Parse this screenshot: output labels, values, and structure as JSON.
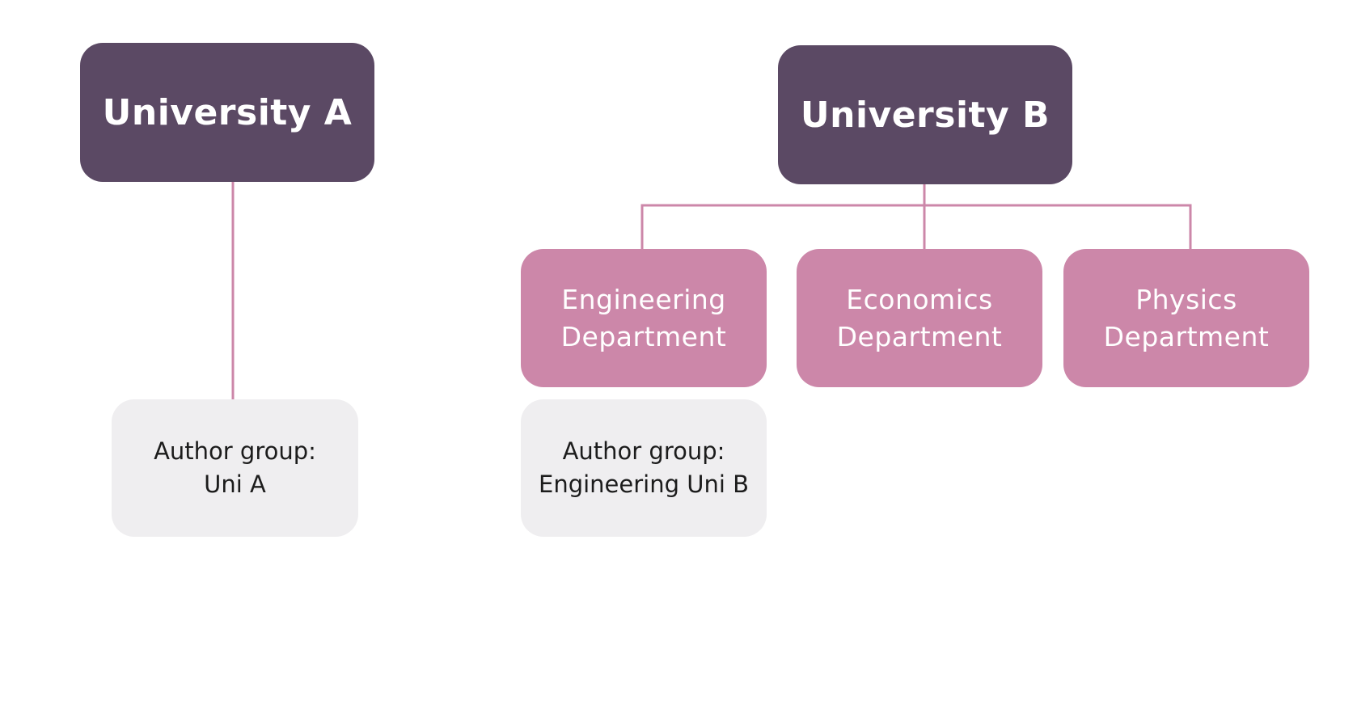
{
  "colors": {
    "university_fill": "#5b4964",
    "department_fill": "#cc87a9",
    "author_group_fill": "#efeef0",
    "connector": "#cc87a9"
  },
  "university_a": {
    "label": "University A",
    "author_group": "Author group:\nUni A"
  },
  "university_b": {
    "label": "University B",
    "departments": [
      {
        "label": "Engineering\nDepartment"
      },
      {
        "label": "Economics\nDepartment"
      },
      {
        "label": "Physics\nDepartment"
      }
    ],
    "author_group": "Author group:\nEngineering Uni B"
  }
}
